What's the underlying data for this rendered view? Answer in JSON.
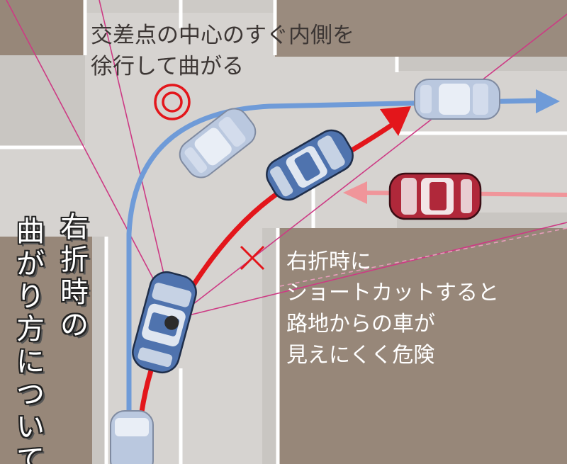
{
  "top_caption": {
    "lines": [
      "交差点の中心のすぐ内側を",
      "徐行して曲がる"
    ]
  },
  "correct_mark": "◎",
  "wrong_mark": "×",
  "danger_caption": {
    "lines": [
      "右折時に",
      "ショートカットすると",
      "路地からの車が",
      "見えにくく危険"
    ]
  },
  "title": {
    "col1": [
      "右",
      "折",
      "時",
      "の"
    ],
    "col2": [
      "曲",
      "が",
      "り",
      "方",
      "に",
      "つ",
      "い",
      "て"
    ]
  },
  "colors": {
    "correct_path": "#6f9bd8",
    "wrong_path": "#e3161b",
    "oncoming_arrow": "#f0959a",
    "oncoming_car": "#b0283a",
    "turning_car": "#4f73ae",
    "ghost_car": "#bac8df",
    "road": "#d6d3d0",
    "building": "#978779",
    "accent_line": "#cd3a84"
  }
}
